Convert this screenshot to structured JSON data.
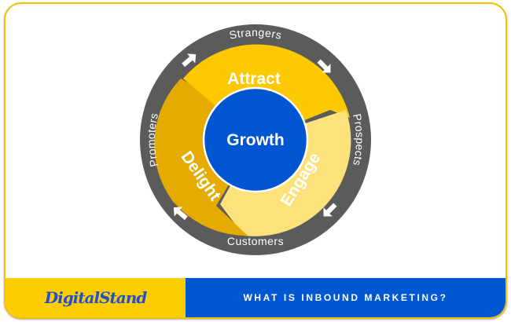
{
  "diagram": {
    "center": "Growth",
    "stages": [
      "Attract",
      "Engage",
      "Delight"
    ],
    "ring_labels": [
      "Strangers",
      "Prospects",
      "Customers",
      "Promoters"
    ],
    "colors": {
      "ring": "#5b5b5b",
      "attract": "#fcc900",
      "engage": "#fde27c",
      "delight": "#e6ab00",
      "center": "#0055d0"
    }
  },
  "footer": {
    "brand": "DigitalStand",
    "title": "WHAT IS INBOUND MARKETING?"
  }
}
